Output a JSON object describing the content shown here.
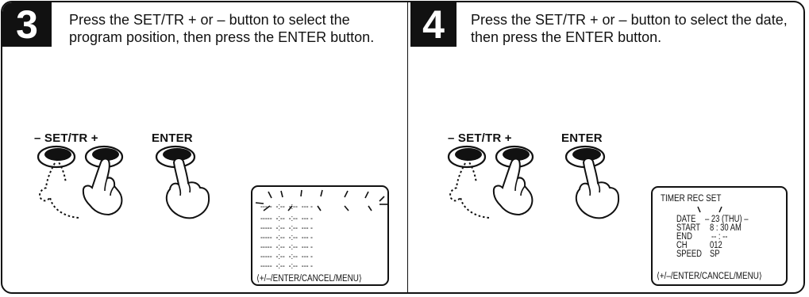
{
  "steps": [
    {
      "number": "3",
      "instruction": "Press the SET/TR + or – button to select the program position, then press the ENTER button.",
      "buttons": {
        "set_tr": "– SET/TR +",
        "enter": "ENTER"
      },
      "screen": {
        "rows": [
          "-----  -:--  -:--  --- -",
          "-----  -:--  -:--  --- -",
          "-----  -:--  -:--  --- -",
          "-----  -:--  -:--  --- -",
          "-----  -:--  -:--  --- -",
          "-----  -:--  -:--  --- -",
          "-----  -:--  -:--  --- -"
        ],
        "footer": "⟨+/–/ENTER/CANCEL/MENU⟩"
      }
    },
    {
      "number": "4",
      "instruction": "Press the SET/TR + or – button to select the date, then press the ENTER button.",
      "buttons": {
        "set_tr": "– SET/TR +",
        "enter": "ENTER"
      },
      "screen": {
        "title": "TIMER REC SET",
        "fields": [
          {
            "label": "DATE",
            "value": "– 23 (THU) –"
          },
          {
            "label": "START",
            "value": "8 : 30 AM"
          },
          {
            "label": "END",
            "value": "-- : --"
          },
          {
            "label": "CH",
            "value": "012"
          },
          {
            "label": "SPEED",
            "value": "SP"
          }
        ],
        "footer": "⟨+/–/ENTER/CANCEL/MENU⟩"
      }
    }
  ]
}
